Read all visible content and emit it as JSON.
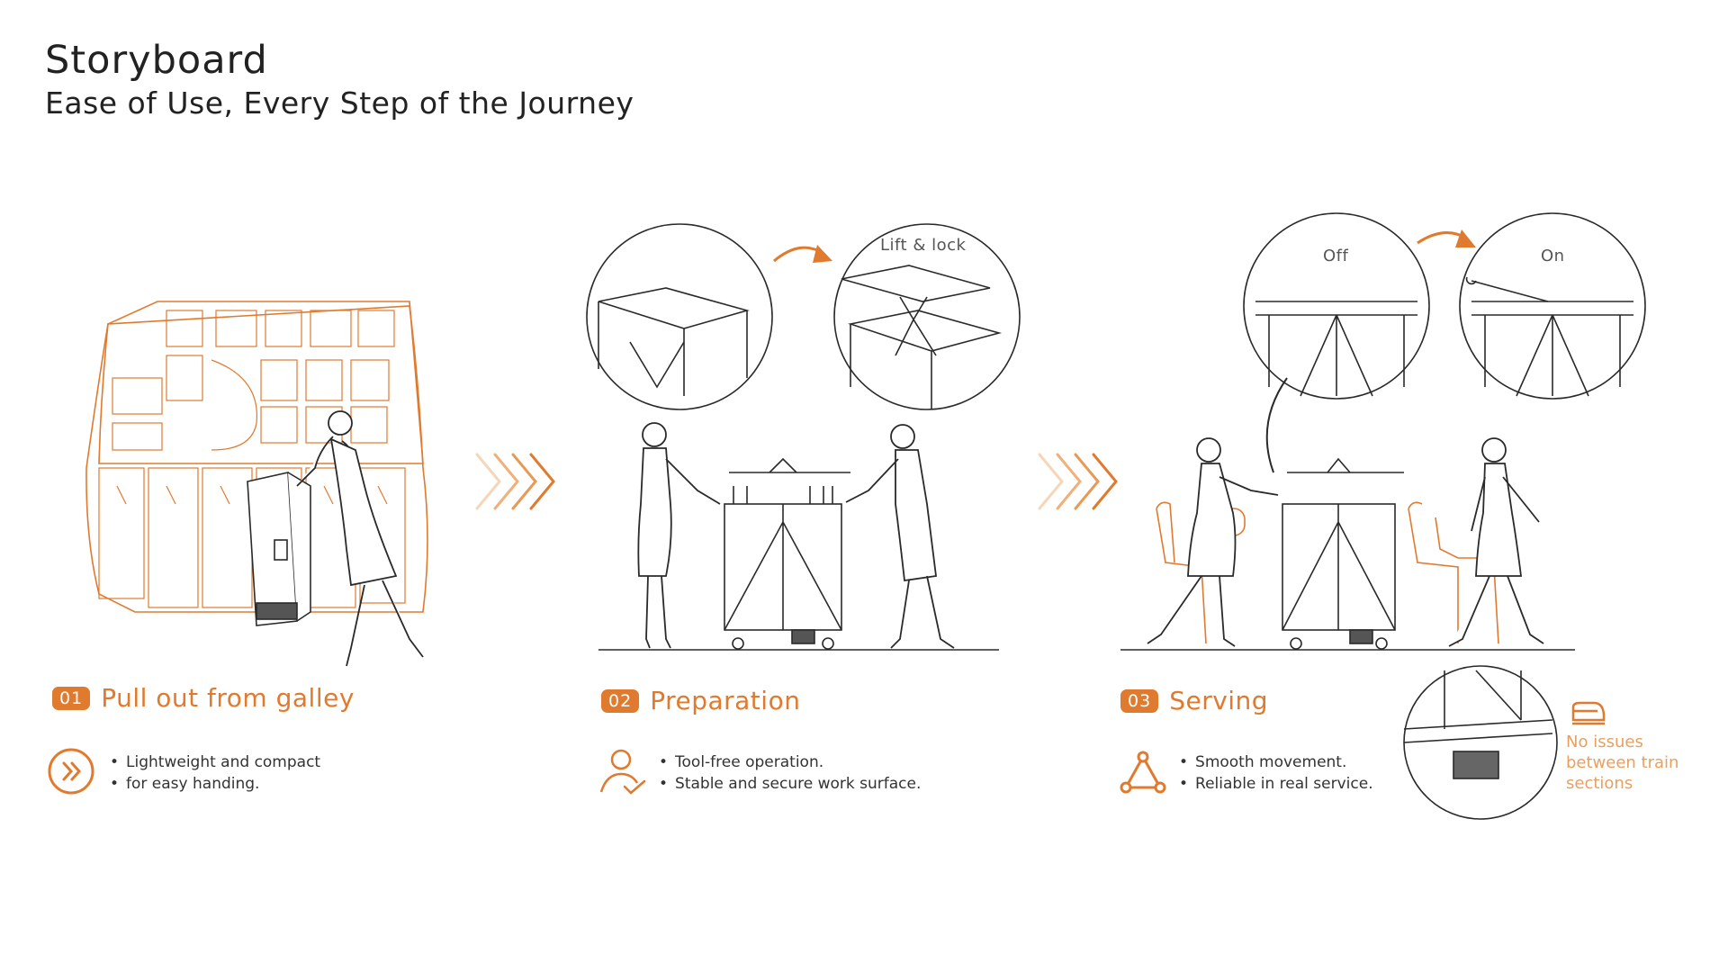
{
  "header": {
    "title": "Storyboard",
    "subtitle": "Ease of Use, Every Step of the Journey"
  },
  "steps": [
    {
      "num": "01",
      "title": "Pull out from galley",
      "bullets": [
        "Lightweight and compact",
        "for easy handing."
      ],
      "icon": "double-chevron-circle-icon"
    },
    {
      "num": "02",
      "title": "Preparation",
      "bullets": [
        "Tool-free operation.",
        "Stable and secure work surface."
      ],
      "icon": "person-check-icon"
    },
    {
      "num": "03",
      "title": "Serving",
      "bullets": [
        "Smooth movement.",
        "Reliable in real service."
      ],
      "icon": "triangle-nodes-icon"
    }
  ],
  "callouts": {
    "lift_lock": "Lift & lock",
    "off": "Off",
    "on": "On"
  },
  "side_note": {
    "icon": "train-icon",
    "text": "No issues between train sections"
  },
  "colors": {
    "accent": "#e07a2e",
    "accent_light": "#f0b07a",
    "line": "#2a2a2a"
  }
}
